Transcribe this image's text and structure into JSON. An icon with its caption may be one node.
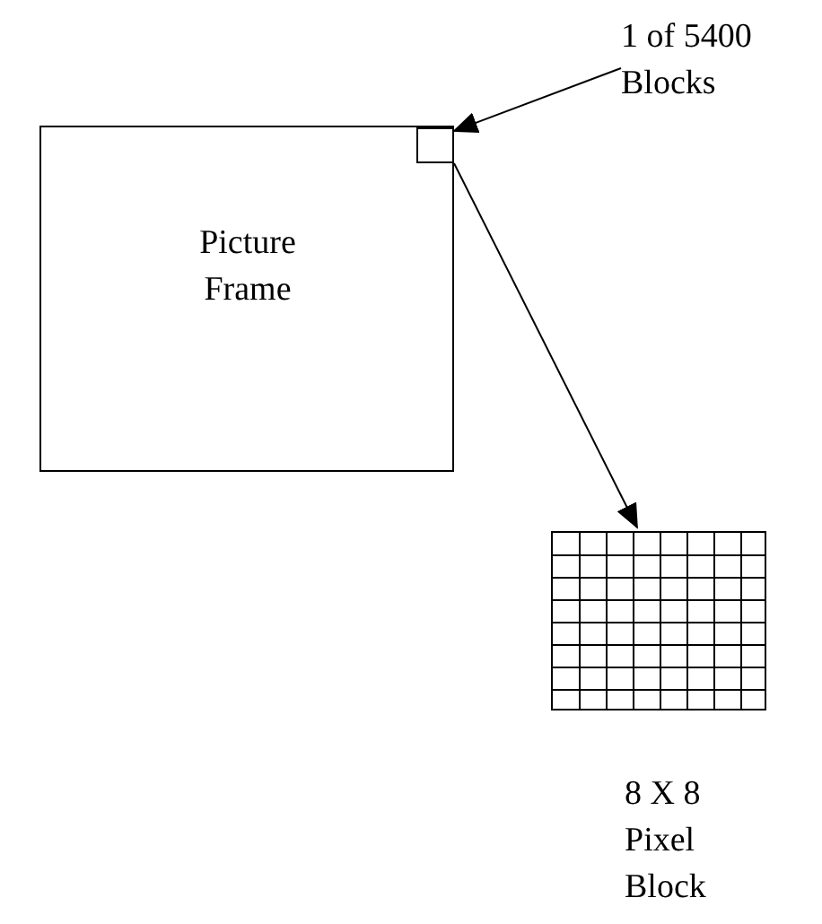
{
  "diagram": {
    "nodes": [
      {
        "text": [
          "Picture Frame"
        ]
      },
      {
        "text": [],
        "shape": "box",
        "in": 0
      },
      {
        "text": [
          "1 of 5400 Blocks"
        ]
      },
      {
        "text": [],
        "shape": "grid",
        "beside": [
          "8 X 8 Pixel Block"
        ]
      }
    ],
    "edges": [
      {
        "from": 2,
        "to": 1,
        "arrow": "to"
      },
      {
        "from": 1,
        "to": 3,
        "arrow": "to"
      }
    ]
  }
}
